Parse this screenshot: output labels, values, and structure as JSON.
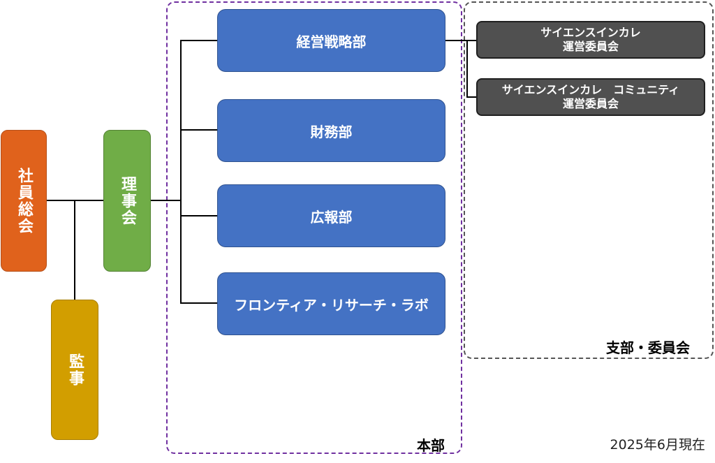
{
  "nodes": {
    "general_meeting": "社員総会",
    "auditor": "監事",
    "board": "理事会",
    "departments": [
      {
        "label": "経営戦略部"
      },
      {
        "label": "財務部"
      },
      {
        "label": "広報部"
      },
      {
        "label": "フロンティア・リサーチ・ラボ"
      }
    ],
    "committees": [
      {
        "label": "サイエンスインカレ\n運営委員会"
      },
      {
        "label": "サイエンスインカレ　コミュニティ\n運営委員会"
      }
    ]
  },
  "regions": {
    "headquarters": "本部",
    "branches": "支部・委員会"
  },
  "as_of": "2025年6月現在",
  "colors": {
    "general_meeting": "#e0621c",
    "auditor": "#d29e00",
    "board": "#70ad47",
    "department": "#4472c4",
    "committee": "#505050",
    "headquarters_border": "#7030a0",
    "branches_border": "#555555"
  }
}
